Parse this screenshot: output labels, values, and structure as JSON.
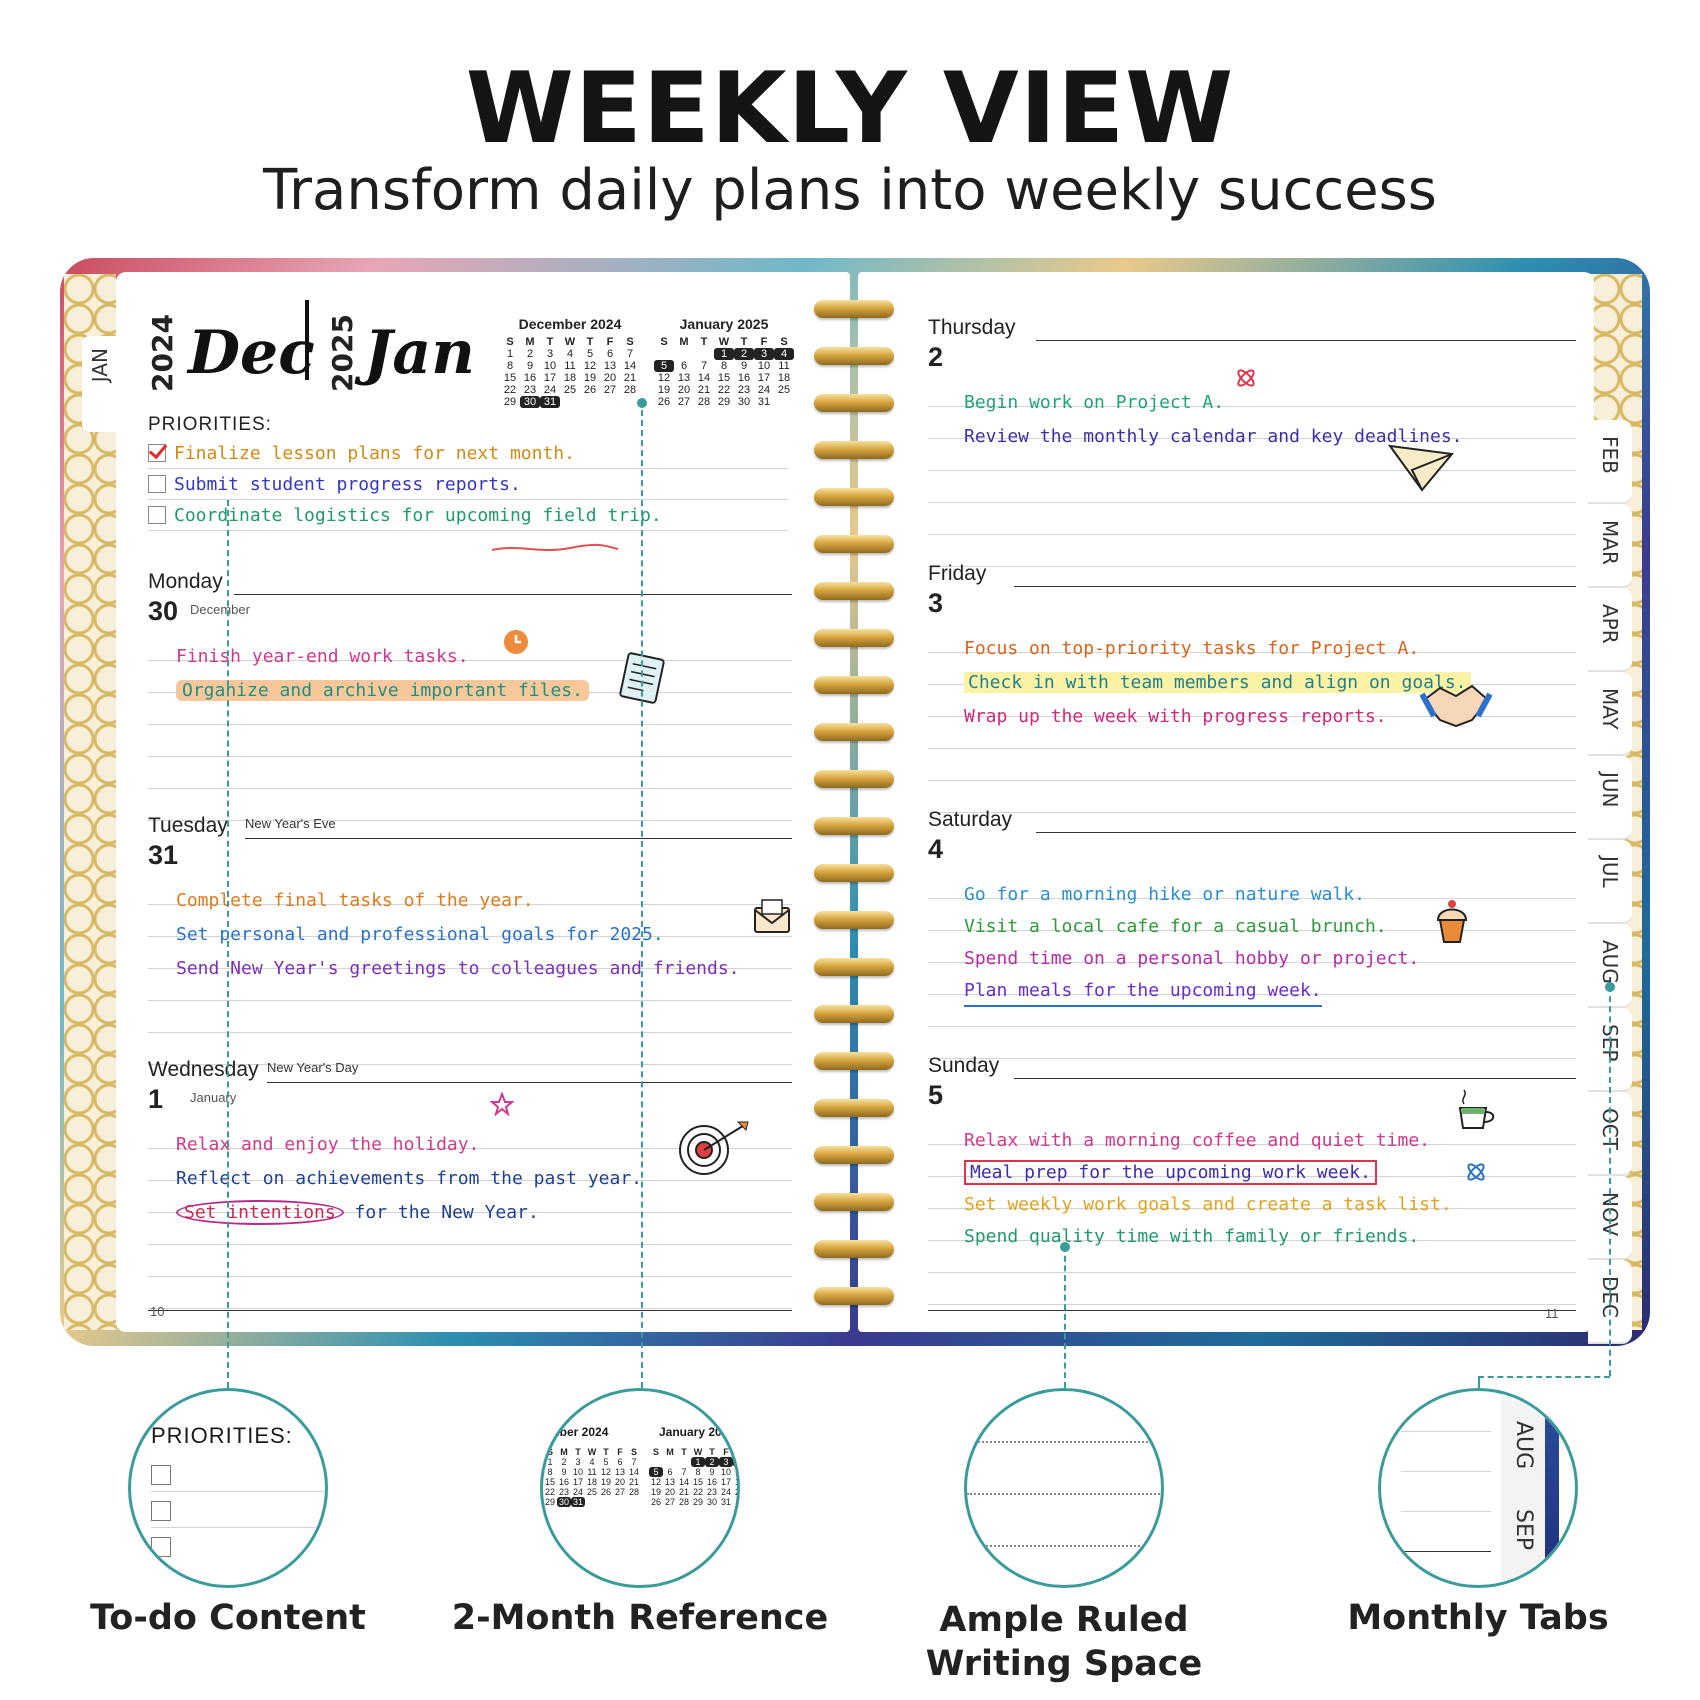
{
  "header": {
    "title": "WEEKLY VIEW",
    "subtitle": "Transform daily plans into weekly success"
  },
  "left_page": {
    "tab": "JAN",
    "year_left": "2024",
    "month_left": "Dec",
    "year_right": "2025",
    "month_right": "Jan",
    "cal_dec": {
      "title": "December 2024",
      "weekdays": [
        "S",
        "M",
        "T",
        "W",
        "T",
        "F",
        "S"
      ],
      "days": [
        "1",
        "2",
        "3",
        "4",
        "5",
        "6",
        "7",
        "8",
        "9",
        "10",
        "11",
        "12",
        "13",
        "14",
        "15",
        "16",
        "17",
        "18",
        "19",
        "20",
        "21",
        "22",
        "23",
        "24",
        "25",
        "26",
        "27",
        "28",
        "29",
        "30",
        "31"
      ],
      "highlighted": [
        "30",
        "31"
      ]
    },
    "cal_jan": {
      "title": "January 2025",
      "weekdays": [
        "S",
        "M",
        "T",
        "W",
        "T",
        "F",
        "S"
      ],
      "days": [
        "1",
        "2",
        "3",
        "4",
        "5",
        "6",
        "7",
        "8",
        "9",
        "10",
        "11",
        "12",
        "13",
        "14",
        "15",
        "16",
        "17",
        "18",
        "19",
        "20",
        "21",
        "22",
        "23",
        "24",
        "25",
        "26",
        "27",
        "28",
        "29",
        "30",
        "31"
      ],
      "highlighted": [
        "1",
        "2",
        "3",
        "4",
        "5"
      ]
    },
    "priorities_label": "PRIORITIES:",
    "priorities": [
      {
        "text": "Finalize lesson plans for next month.",
        "color": "#d18a12",
        "done": true
      },
      {
        "text": "Submit student progress reports.",
        "color": "#3535c8",
        "done": false
      },
      {
        "text": "Coordinate logistics for upcoming field trip.",
        "color": "#1f9a6a",
        "done": false
      }
    ],
    "days": [
      {
        "name": "Monday",
        "num": "30",
        "note": "December",
        "holiday": "",
        "tasks": [
          {
            "text": "Finish year-end work tasks.",
            "color": "#d13a8c"
          },
          {
            "text": "Organize and archive important files.",
            "color": "#1f8f82"
          }
        ]
      },
      {
        "name": "Tuesday",
        "num": "31",
        "note": "",
        "holiday": "New Year's Eve",
        "tasks": [
          {
            "text": "Complete final tasks of the year.",
            "color": "#e07a1a"
          },
          {
            "text": "Set personal and professional goals for 2025.",
            "color": "#2a72c9"
          },
          {
            "text": "Send New Year's greetings to colleagues and friends.",
            "color": "#7a2fb8"
          }
        ]
      },
      {
        "name": "Wednesday",
        "num": "1",
        "note": "January",
        "holiday": "New Year's Day",
        "tasks": [
          {
            "text": "Relax and enjoy the holiday.",
            "color": "#d13a8c"
          },
          {
            "text": "Reflect on achievements from the past year.",
            "color": "#1f3f8f"
          },
          {
            "text_a": "Set intentions",
            "text_b": " for the New Year.",
            "color_a": "#c92a4f",
            "color_b": "#1f3f8f"
          }
        ]
      }
    ],
    "page_number": "10"
  },
  "right_page": {
    "tabs": [
      "FEB",
      "MAR",
      "APR",
      "MAY",
      "JUN",
      "JUL",
      "AUG",
      "SEP",
      "OCT",
      "NOV",
      "DEC"
    ],
    "days": [
      {
        "name": "Thursday",
        "num": "2",
        "tasks": [
          {
            "text": "Begin work on Project A.",
            "color": "#1fa37a"
          },
          {
            "text": "Review the monthly calendar and key deadlines.",
            "color": "#3b2fa8"
          }
        ]
      },
      {
        "name": "Friday",
        "num": "3",
        "tasks": [
          {
            "text": "Focus on top-priority tasks for Project A.",
            "color": "#d8641c"
          },
          {
            "text": "Check in with team members and align on goals.",
            "color": "#1f7f8f"
          },
          {
            "text": "Wrap up the week with progress reports.",
            "color": "#d1287a"
          }
        ]
      },
      {
        "name": "Saturday",
        "num": "4",
        "tasks": [
          {
            "text": "Go for a morning hike or nature walk.",
            "color": "#2a8fd0"
          },
          {
            "text": "Visit a local cafe for a casual brunch.",
            "color": "#2f9a3a"
          },
          {
            "text": "Spend time on a personal hobby or project.",
            "color": "#b52ca8"
          },
          {
            "text": "Plan meals for the upcoming week.",
            "color": "#6a2fc8"
          }
        ]
      },
      {
        "name": "Sunday",
        "num": "5",
        "tasks": [
          {
            "text": "Relax with a morning coffee and quiet time.",
            "color": "#d13a8c"
          },
          {
            "text": "Meal prep for the upcoming work week.",
            "color": "#3b2fa8"
          },
          {
            "text": "Set weekly work goals and create a task list.",
            "color": "#e3a21a"
          },
          {
            "text": "Spend quality time with family or friends.",
            "color": "#1f9a6a"
          }
        ]
      }
    ],
    "page_number": "11"
  },
  "features": [
    {
      "label_lines": [
        "To-do Content"
      ]
    },
    {
      "label_lines": [
        "2-Month Reference"
      ]
    },
    {
      "label_lines": [
        "Ample Ruled",
        "Writing Space"
      ]
    },
    {
      "label_lines": [
        "Monthly Tabs"
      ]
    }
  ],
  "zoom": {
    "priorities_label": "PRIORITIES:",
    "cal_left_title": "mber 2024",
    "cal_right_title": "January 20",
    "tabs": [
      "AUG",
      "SEP"
    ]
  },
  "colors": {
    "accent_teal": "#3a9c9a",
    "gold": "#d8a53f"
  }
}
